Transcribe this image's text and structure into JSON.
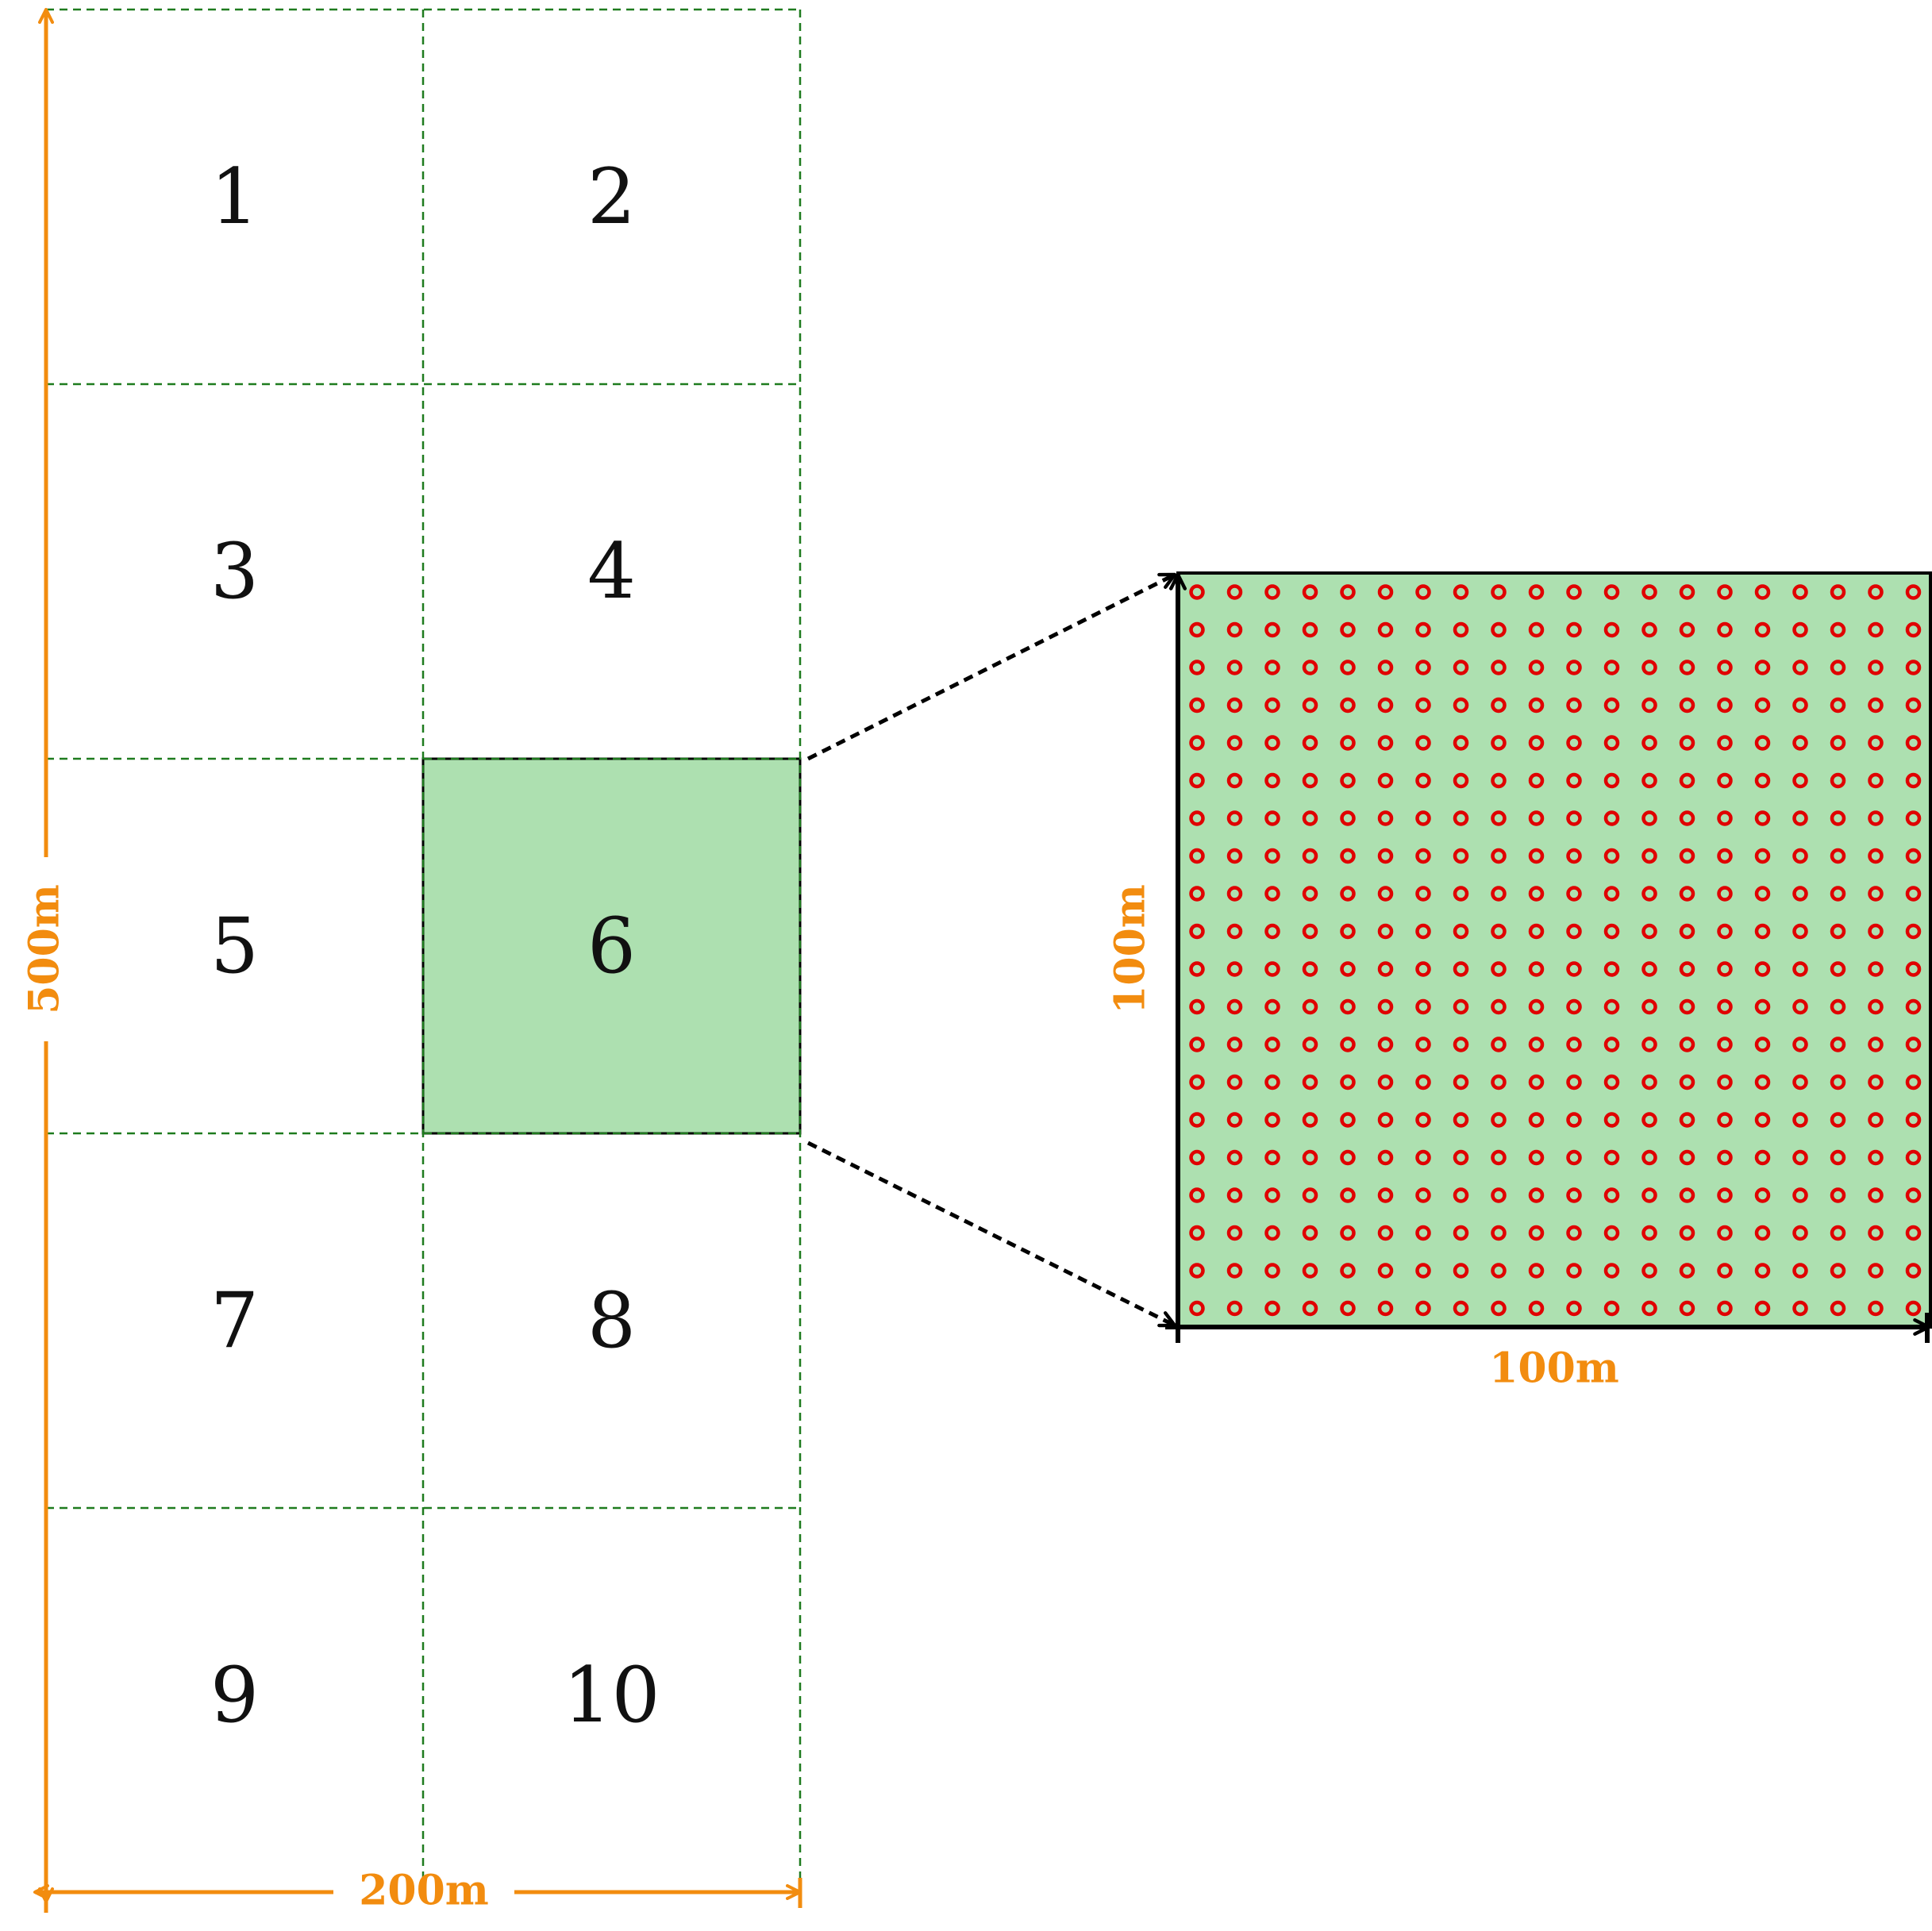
{
  "colors": {
    "grid_line": "#1e7b1e",
    "dimension": "#f28c0f",
    "highlight_fill": "#ade0b0",
    "point_marker": "#e00000",
    "outline": "#000000"
  },
  "field": {
    "rows": 5,
    "cols": 2,
    "plots": [
      "1",
      "2",
      "3",
      "4",
      "5",
      "6",
      "7",
      "8",
      "9",
      "10"
    ],
    "highlighted_plot": "6"
  },
  "dimensions": {
    "field_height": "500m",
    "field_width": "200m",
    "detail_height": "100m",
    "detail_width": "100m"
  },
  "detail": {
    "plot": "6",
    "marker_rows": 20,
    "marker_cols": 20,
    "marker_shape": "ring"
  }
}
